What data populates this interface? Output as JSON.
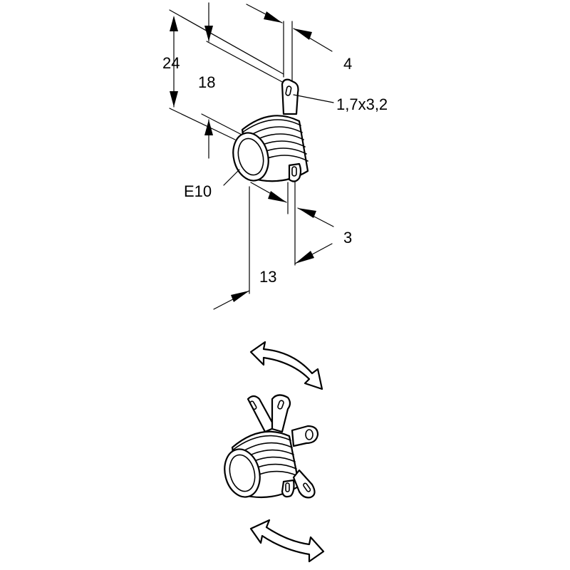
{
  "dimensions": {
    "d24": "24",
    "d18": "18",
    "d4": "4",
    "hole": "1,7x3,2",
    "thread": "E10",
    "d3": "3",
    "d13": "13"
  },
  "colors": {
    "line": "#000000",
    "background": "#ffffff"
  }
}
